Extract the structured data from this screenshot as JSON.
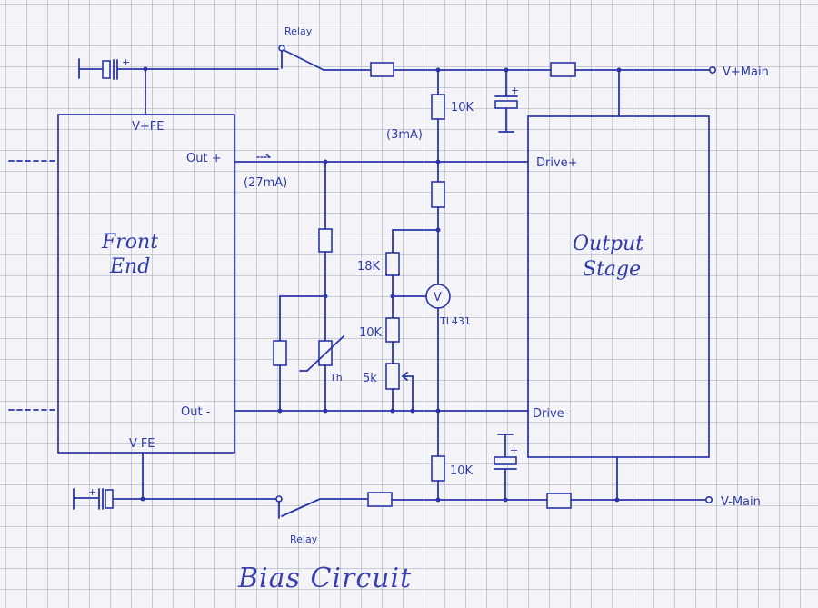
{
  "title": "Bias Circuit",
  "blocks": {
    "front_end": {
      "line1": "Front",
      "line2": "End"
    },
    "output_stage": {
      "line1": "Output",
      "line2": "Stage"
    }
  },
  "rails": {
    "top_fe": "V+FE",
    "bottom_fe": "V-FE",
    "top_main": "V+Main",
    "bottom_main": "V-Main"
  },
  "relays": {
    "top": "Relay",
    "bottom": "Relay"
  },
  "nodes": {
    "out_plus": "Out +",
    "out_minus": "Out -",
    "drive_plus": "Drive+",
    "drive_minus": "Drive-"
  },
  "components": {
    "r_top": "10K",
    "r_bottom": "10K",
    "r_18k": "18K",
    "r_10k": "10K",
    "pot_5k": "5k",
    "thermistor": "Th",
    "tl431": "TL431",
    "tl431_symbol": "V",
    "current_3ma": "(3mA)",
    "current_27ma": "(27mA)"
  }
}
